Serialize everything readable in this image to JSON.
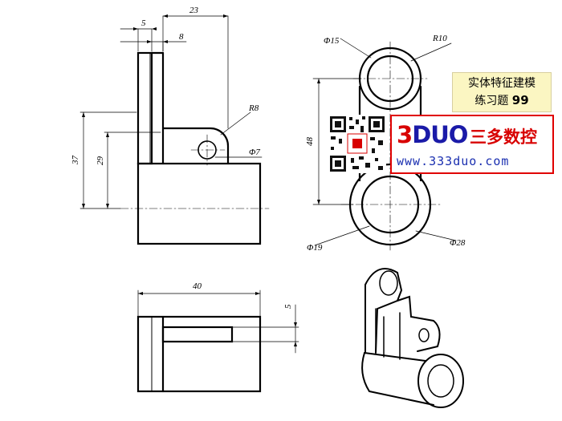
{
  "dimensions": {
    "front_width_5": "5",
    "front_width_8": "8",
    "front_width_23": "23",
    "front_radius_r8": "R8",
    "front_hole_d7": "Φ7",
    "front_height_37": "37",
    "front_height_29": "29",
    "side_circle_d15": "Φ15",
    "side_radius_r10": "R10",
    "side_center_48": "48",
    "side_circle_d19": "Φ19",
    "side_circle_d28": "Φ28",
    "top_length_40": "40",
    "top_thickness_5": "5"
  },
  "title_box": {
    "line1": "实体特征建模",
    "line2_prefix": "练习题",
    "number": "99"
  },
  "brand": {
    "logo_red": "3",
    "logo_blue": "DUO",
    "chinese_name": "三多数控",
    "url": "www.333duo.com"
  },
  "colors": {
    "background": "#ffffff",
    "line": "#000000",
    "title_bg": "#fbf6c2",
    "brand_red": "#d80000",
    "brand_blue": "#1a2fb0"
  }
}
